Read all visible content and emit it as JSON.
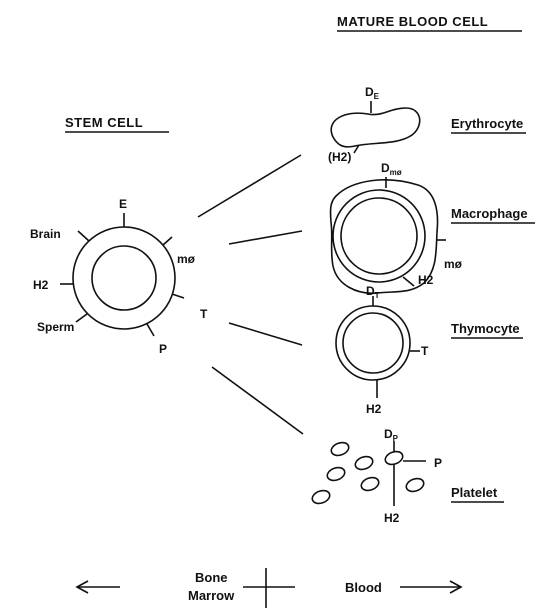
{
  "headings": {
    "mature": "MATURE BLOOD CELL",
    "stem": "STEM CELL"
  },
  "stem_markers": {
    "e": "E",
    "brain": "Brain",
    "mo": "mø",
    "h2": "H2",
    "t": "T",
    "sperm": "Sperm",
    "p": "P"
  },
  "erythrocyte": {
    "label": "Erythrocyte",
    "d_main": "D",
    "d_sub": "E",
    "h2": "(H2)"
  },
  "macrophage": {
    "label": "Macrophage",
    "d_main": "D",
    "d_sub": "mø",
    "mo": "mø",
    "h2": "H2"
  },
  "thymocyte": {
    "label": "Thymocyte",
    "d_main": "D",
    "d_sub": "T",
    "t": "T",
    "h2": "H2"
  },
  "platelet": {
    "label": "Platelet",
    "d_main": "D",
    "d_sub": "P",
    "p": "P",
    "h2": "H2"
  },
  "footer": {
    "bone": "Bone",
    "marrow": "Marrow",
    "blood": "Blood"
  }
}
